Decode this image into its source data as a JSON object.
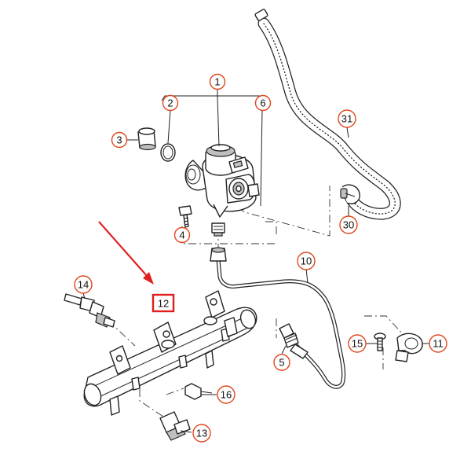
{
  "callouts": [
    {
      "id": "c1",
      "label": "1"
    },
    {
      "id": "c2",
      "label": "2"
    },
    {
      "id": "c3",
      "label": "3"
    },
    {
      "id": "c4",
      "label": "4"
    },
    {
      "id": "c5",
      "label": "5"
    },
    {
      "id": "c6",
      "label": "6"
    },
    {
      "id": "c10",
      "label": "10"
    },
    {
      "id": "c11",
      "label": "11"
    },
    {
      "id": "c12",
      "label": "12"
    },
    {
      "id": "c13",
      "label": "13"
    },
    {
      "id": "c14",
      "label": "14"
    },
    {
      "id": "c15",
      "label": "15"
    },
    {
      "id": "c16",
      "label": "16"
    },
    {
      "id": "c30",
      "label": "30"
    },
    {
      "id": "c31",
      "label": "31"
    }
  ],
  "highlight": {
    "label": "12",
    "color": "#e01e1e"
  },
  "colors": {
    "callout_border": "#e0461e",
    "arrow": "#e02020",
    "line": "#222222"
  }
}
